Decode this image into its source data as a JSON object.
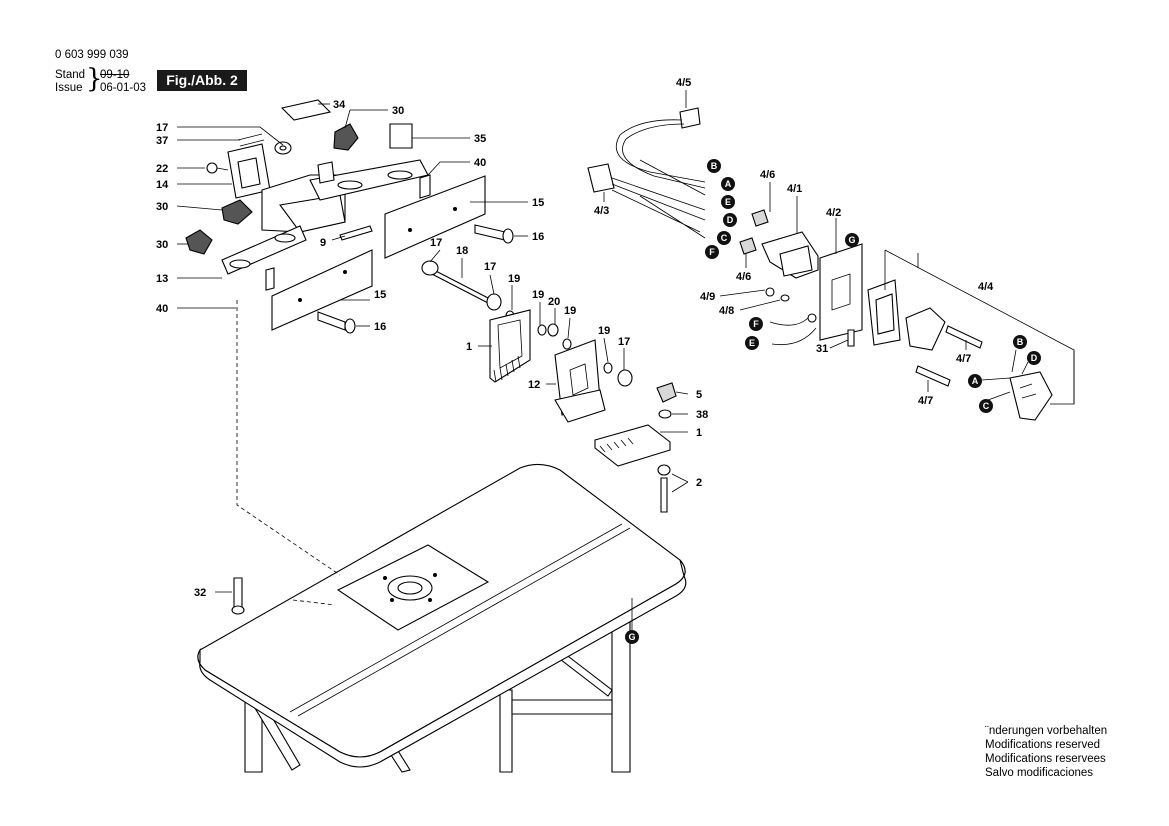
{
  "header": {
    "part_number": "0 603 999 039",
    "stand_label": "Stand",
    "issue_label": "Issue",
    "stand_value": "09-10",
    "issue_value": "06-01-03",
    "figure_label": "Fig./Abb. 2"
  },
  "notes": [
    "¨nderungen vorbehalten",
    "Modifications reserved",
    "Modifications reservees",
    "Salvo modificaciones"
  ],
  "callouts": [
    {
      "id": "c34",
      "text": "34"
    },
    {
      "id": "c30a",
      "text": "30"
    },
    {
      "id": "c17a",
      "text": "17"
    },
    {
      "id": "c37",
      "text": "37"
    },
    {
      "id": "c35",
      "text": "35"
    },
    {
      "id": "c22",
      "text": "22"
    },
    {
      "id": "c40a",
      "text": "40"
    },
    {
      "id": "c14",
      "text": "14"
    },
    {
      "id": "c15a",
      "text": "15"
    },
    {
      "id": "c30b",
      "text": "30"
    },
    {
      "id": "c16a",
      "text": "16"
    },
    {
      "id": "c9",
      "text": "9"
    },
    {
      "id": "c30c",
      "text": "30"
    },
    {
      "id": "c17b",
      "text": "17"
    },
    {
      "id": "c18",
      "text": "18"
    },
    {
      "id": "c13",
      "text": "13"
    },
    {
      "id": "c17c",
      "text": "17"
    },
    {
      "id": "c19a",
      "text": "19"
    },
    {
      "id": "c15b",
      "text": "15"
    },
    {
      "id": "c40b",
      "text": "40"
    },
    {
      "id": "c19b",
      "text": "19"
    },
    {
      "id": "c20",
      "text": "20"
    },
    {
      "id": "c19c",
      "text": "19"
    },
    {
      "id": "c16b",
      "text": "16"
    },
    {
      "id": "c1a",
      "text": "1"
    },
    {
      "id": "c19d",
      "text": "19"
    },
    {
      "id": "c17d",
      "text": "17"
    },
    {
      "id": "c12",
      "text": "12"
    },
    {
      "id": "c5",
      "text": "5"
    },
    {
      "id": "c38",
      "text": "38"
    },
    {
      "id": "c1b",
      "text": "1"
    },
    {
      "id": "c2",
      "text": "2"
    },
    {
      "id": "c32",
      "text": "32"
    },
    {
      "id": "c45",
      "text": "4/5"
    },
    {
      "id": "c43",
      "text": "4/3"
    },
    {
      "id": "c46a",
      "text": "4/6"
    },
    {
      "id": "c41",
      "text": "4/1"
    },
    {
      "id": "c42",
      "text": "4/2"
    },
    {
      "id": "c46b",
      "text": "4/6"
    },
    {
      "id": "c44",
      "text": "4/4"
    },
    {
      "id": "c49",
      "text": "4/9"
    },
    {
      "id": "c48",
      "text": "4/8"
    },
    {
      "id": "c31",
      "text": "31"
    },
    {
      "id": "c47a",
      "text": "4/7"
    },
    {
      "id": "c47b",
      "text": "4/7"
    }
  ],
  "circle_labels": [
    {
      "id": "B1",
      "text": "B"
    },
    {
      "id": "A1",
      "text": "A"
    },
    {
      "id": "E1",
      "text": "E"
    },
    {
      "id": "D1",
      "text": "D"
    },
    {
      "id": "C1",
      "text": "C"
    },
    {
      "id": "F1",
      "text": "F"
    },
    {
      "id": "G1",
      "text": "G"
    },
    {
      "id": "F2",
      "text": "F"
    },
    {
      "id": "E2",
      "text": "E"
    },
    {
      "id": "B2",
      "text": "B"
    },
    {
      "id": "D2",
      "text": "D"
    },
    {
      "id": "A2",
      "text": "A"
    },
    {
      "id": "C2",
      "text": "C"
    },
    {
      "id": "G2",
      "text": "G"
    }
  ]
}
